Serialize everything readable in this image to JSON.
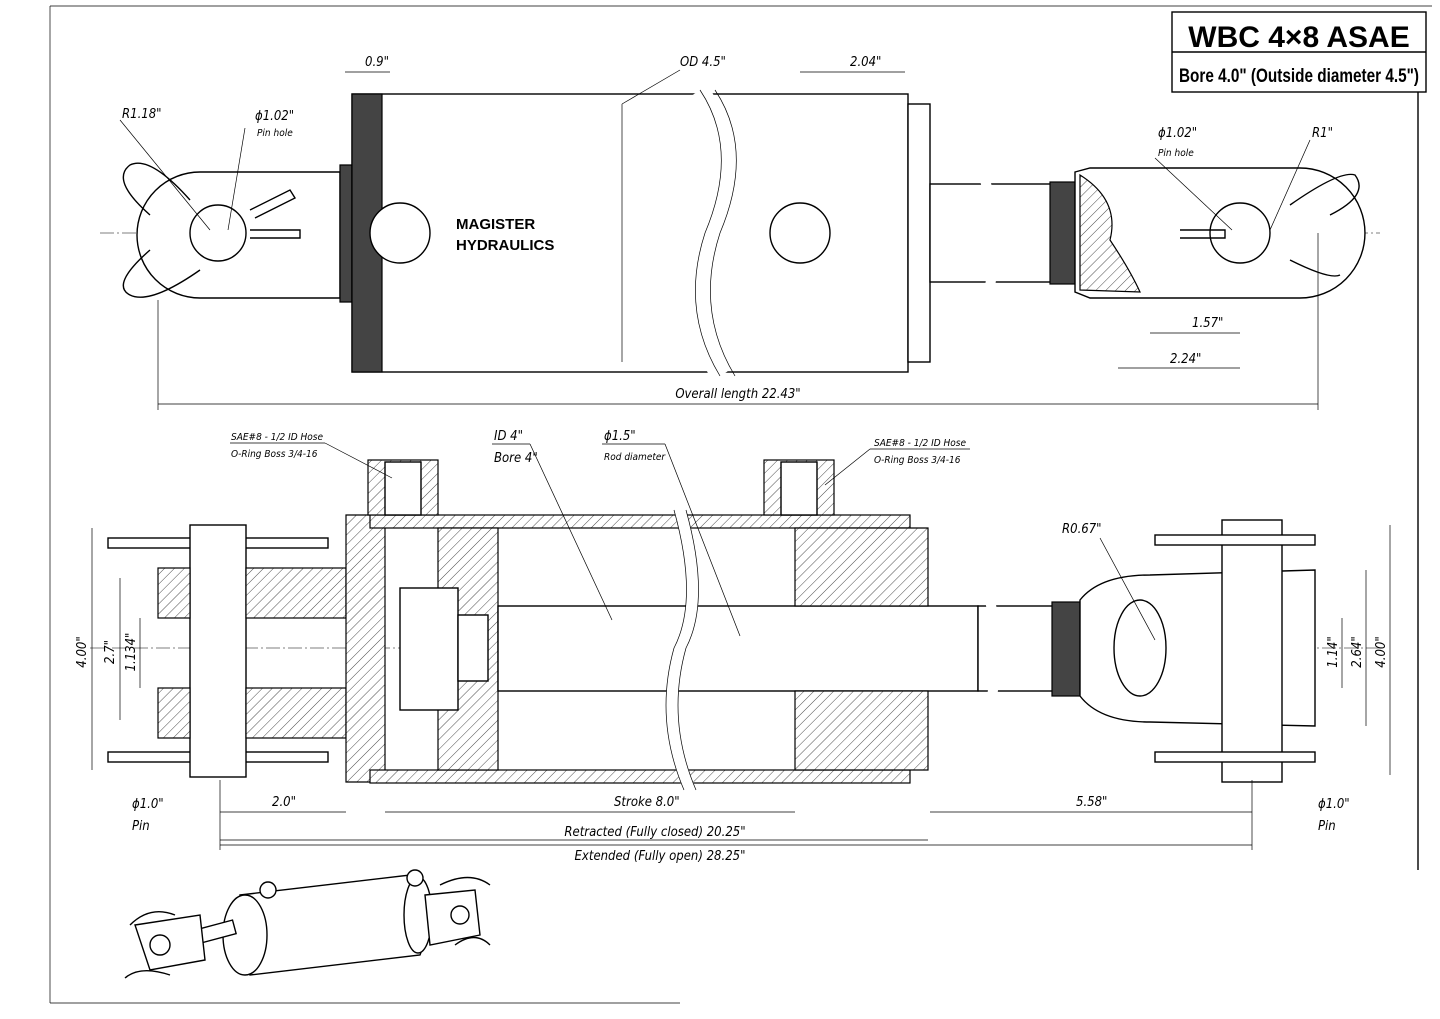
{
  "title_block": {
    "model": "WBC 4×8 ASAE",
    "subtitle": "Bore 4.0\" (Outside diameter 4.5\")"
  },
  "brand": {
    "line1": "MAGISTER",
    "line2": "HYDRAULICS"
  },
  "top_view": {
    "dim_09": "0.9\"",
    "dim_od": "OD 4.5\"",
    "dim_204": "2.04\"",
    "dim_r118": "R1.18\"",
    "dim_pin_left": "ϕ1.02\"",
    "pin_hole_left": "Pin hole",
    "dim_pin_right": "ϕ1.02\"",
    "pin_hole_right": "Pin hole",
    "dim_r1": "R1\"",
    "dim_157": "1.57\"",
    "dim_224": "2.24\"",
    "overall": "Overall length 22.43\""
  },
  "section_view": {
    "port_left_1": "SAE#8 - 1/2 ID Hose",
    "port_left_2": "O-Ring Boss 3/4-16",
    "port_right_1": "SAE#8 - 1/2 ID Hose",
    "port_right_2": "O-Ring Boss 3/4-16",
    "id": "ID 4\"",
    "bore": "Bore 4\"",
    "rod": "ϕ1.5\"",
    "rod_label": "Rod diameter",
    "r067": "R0.67\"",
    "left_400": "4.00\"",
    "left_27": "2.7\"",
    "left_1134": "1.134\"",
    "right_114": "1.14\"",
    "right_264": "2.64\"",
    "right_400": "4.00\"",
    "pin_left": "ϕ1.0\"",
    "pin_left_label": "Pin",
    "pin_right": "ϕ1.0\"",
    "pin_right_label": "Pin",
    "dim_20": "2.0\"",
    "stroke": "Stroke 8.0\"",
    "dim_558": "5.58\"",
    "retracted": "Retracted (Fully closed)  20.25\"",
    "extended": "Extended (Fully open) 28.25\""
  }
}
